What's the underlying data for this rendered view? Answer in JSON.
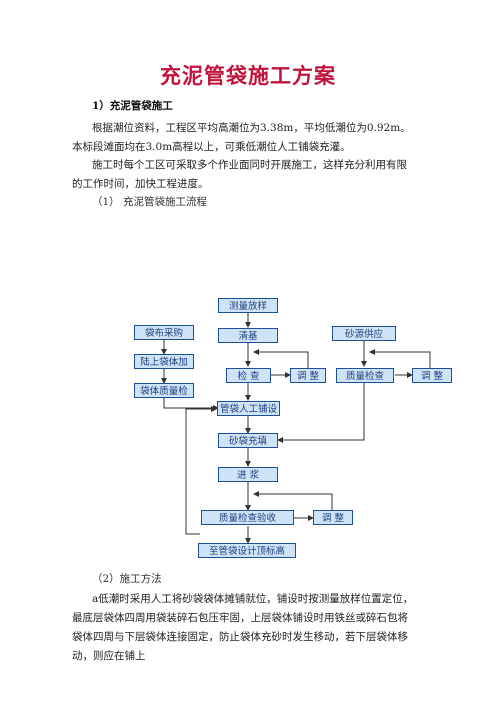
{
  "doc": {
    "title": "充泥管袋施工方案",
    "heading1": "1）充泥管袋施工",
    "para1": "根据潮位资料，工程区平均高潮位为3.38m，平均低潮位为0.92m。本标段滩面均在3.0m高程以上，可乘低潮位人工铺袋充灌。",
    "para2": "施工时每个工区可采取多个作业面同时开展施工，这样充分利用有限的工作时间，加快工程进度。",
    "heading_flow": "（1）  充泥管袋施工流程",
    "heading_method": "（2）施工方法",
    "para3": "a低潮时采用人工将砂袋袋体摊铺就位，铺设时按测量放样位置定位，最底层袋体四周用袋装碎石包压牢固，上层袋体铺设时用铁丝或碎石包将袋体四周与下层袋体连接固定，防止袋体充砂时发生移动，若下层袋体移动，则应在铺上"
  },
  "flowchart": {
    "survey": "测量放样",
    "bag_purchase": "袋布采购",
    "clearing": "清基",
    "sand_supply": "砂源供应",
    "land_process": "陆上袋体加",
    "inspect": "检 查",
    "adjust1": "调 整",
    "quality_check": "质量检查",
    "adjust2": "调 整",
    "bag_quality": "袋体质量检",
    "manual_lay": "管袋人工铺设",
    "sand_fill": "砂袋充填",
    "slurry": "进   浆",
    "acceptance": "质量检查验收",
    "adjust3": "调 整",
    "design_top": "至管袋设计顶标高"
  }
}
